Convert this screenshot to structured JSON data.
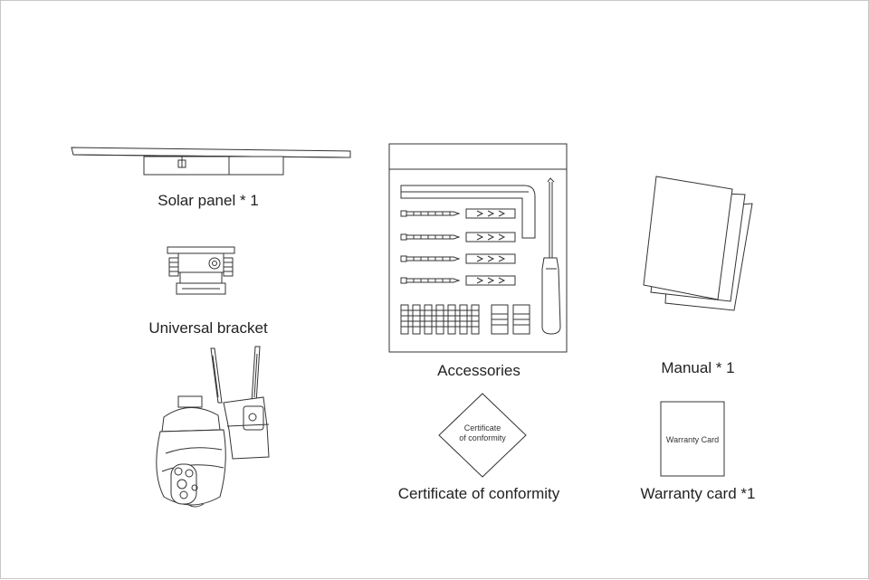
{
  "items": {
    "solar_panel": {
      "label": "Solar panel * 1"
    },
    "bracket": {
      "label": "Universal bracket"
    },
    "accessories": {
      "label": "Accessories"
    },
    "manual": {
      "label": "Manual * 1"
    },
    "certificate": {
      "label": "Certificate of conformity",
      "card_line1": "Certificate",
      "card_line2": "of conformity"
    },
    "warranty": {
      "label": "Warranty card *1",
      "card_text": "Warranty Card"
    }
  }
}
